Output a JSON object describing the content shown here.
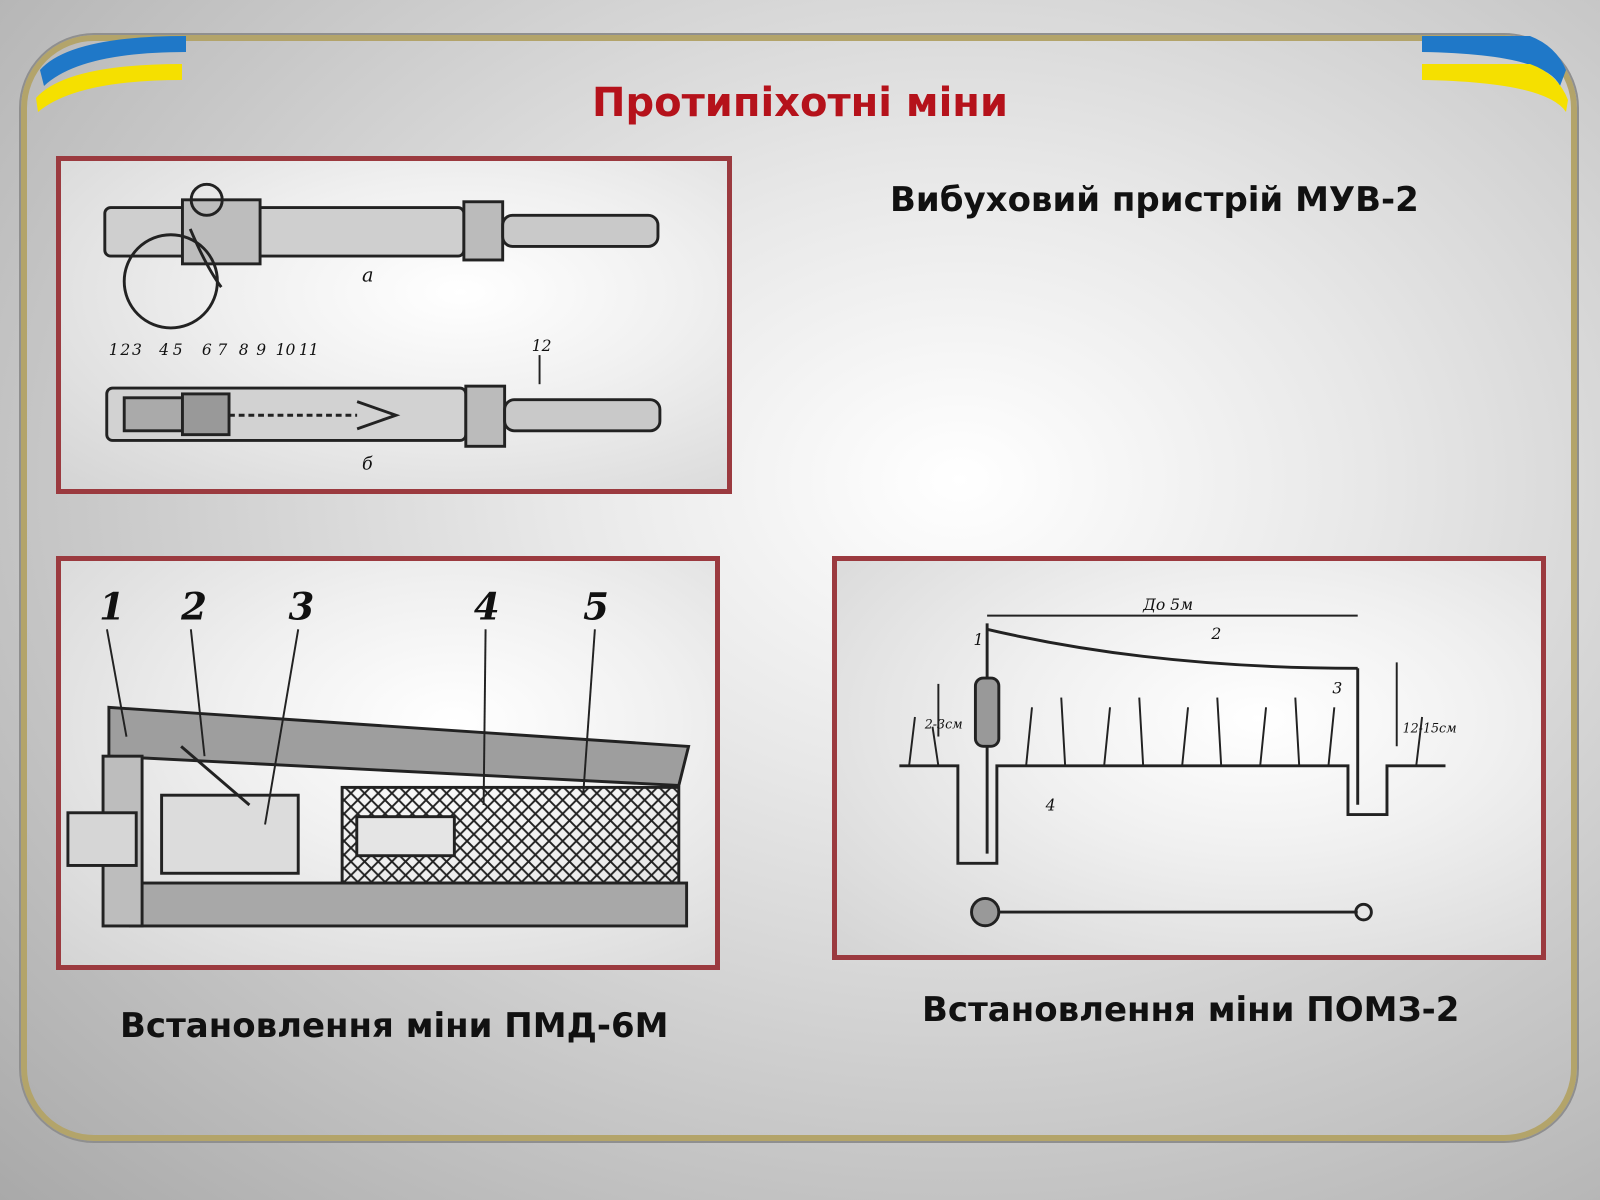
{
  "slide": {
    "title": "Протипіхотні міни",
    "captions": {
      "muv2": "Вибуховий пристрій МУВ-2",
      "pmd6m": "Встановлення міни ПМД-6М",
      "pomz2": "Встановлення міни ПОМЗ-2"
    }
  },
  "figure_muv2": {
    "view_a_label": "а",
    "view_b_label": "б",
    "part_numbers": [
      "1",
      "2",
      "3",
      "4",
      "5",
      "6",
      "7",
      "8",
      "9",
      "10",
      "11",
      "12"
    ]
  },
  "figure_pmd6m": {
    "part_numbers": [
      "1",
      "2",
      "3",
      "4",
      "5"
    ]
  },
  "figure_pomz2": {
    "distance_label": "До 5м",
    "height_left": "2-3см",
    "height_right": "12-15см",
    "part_numbers": [
      "1",
      "2",
      "3",
      "4"
    ]
  },
  "colors": {
    "title": "#b5121b",
    "frame": "#9b3a3f",
    "flag_blue": "#1f78c8",
    "flag_yellow": "#f5e000",
    "border_gold": "#b3a46a"
  }
}
